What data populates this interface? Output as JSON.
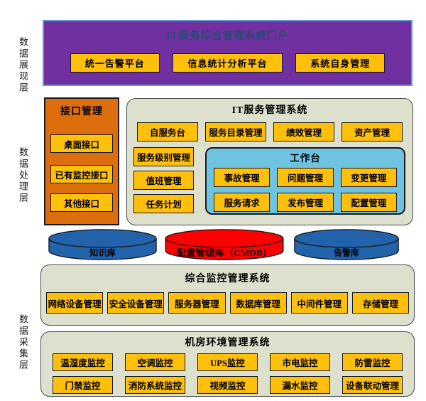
{
  "layers": [
    {
      "label": "数据展现层"
    },
    {
      "label": "数据处理层"
    },
    {
      "label": "数据采集层"
    }
  ],
  "portal": {
    "title": "IT服务综合管理系统门户",
    "buttons": [
      "统一告警平台",
      "信息统计分析平台",
      "系统自身管理"
    ]
  },
  "interface_mgmt": {
    "title": "接口管理",
    "buttons": [
      "桌面接口",
      "已有监控接口",
      "其他接口"
    ]
  },
  "itsm": {
    "title": "IT服务管理系统",
    "top_row": [
      "自服务台",
      "服务目录管理",
      "绩效管理",
      "资产管理"
    ],
    "left_column": [
      "服务级别管理",
      "值班管理",
      "任务计划"
    ],
    "workbench": {
      "title": "工作台",
      "buttons": [
        "事故管理",
        "问题管理",
        "变更管理",
        "服务请求",
        "发布管理",
        "配置管理"
      ]
    }
  },
  "databases": [
    {
      "label": "知识库",
      "color": "#2263AC"
    },
    {
      "label": "配置管理库（CMDB）",
      "color": "#FF0000"
    },
    {
      "label": "告警库",
      "color": "#2263AC"
    }
  ],
  "monitoring": {
    "title": "综合监控管理系统",
    "buttons": [
      "网络设备管理",
      "安全设备管理",
      "服务器管理",
      "数据库管理",
      "中间件管理",
      "存储管理"
    ]
  },
  "datacenter": {
    "title": "机房环境管理系统",
    "rows": [
      [
        "温湿度监控",
        "空调监控",
        "UPS监控",
        "市电监控",
        "防雷监控"
      ],
      [
        "门禁监控",
        "消防系统监控",
        "视频监控",
        "漏水监控",
        "设备联动管理"
      ]
    ]
  },
  "colors": {
    "portal_bg": "#7030A0",
    "portal_border": "#5B9BD5",
    "button_gold": "#FFC00C",
    "interface_orange": "#DD6E0E",
    "panel_beige": "#DEE0CE",
    "workbench_blue": "#6EC3E1",
    "db_blue": "#2263AC",
    "db_red": "#FF0000"
  }
}
